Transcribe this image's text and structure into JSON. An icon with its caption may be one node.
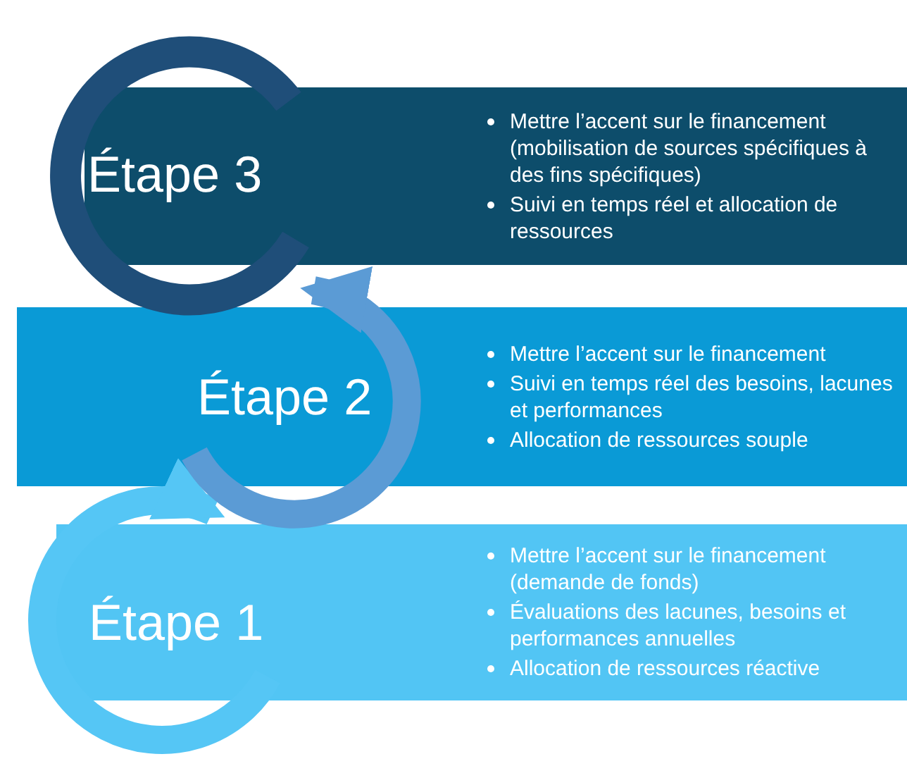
{
  "diagram": {
    "nodes": [
      {
        "text": [
          "Étape 3",
          "Mettre l’accent sur le financement (mobilisation de sources spécifiques à des fins spécifiques)",
          "Suivi en temps réel et allocation de ressources"
        ]
      },
      {
        "text": [
          "Étape 2",
          "Mettre l’accent sur le financement",
          "Suivi en temps réel des besoins, lacunes et performances",
          "Allocation de ressources souple"
        ]
      },
      {
        "text": [
          "Étape 1",
          "Mettre l’accent sur le financement (demande de fonds)",
          "Évaluations des lacunes, besoins et performances annuelles",
          "Allocation de ressources réactive"
        ]
      }
    ],
    "edges": [
      {
        "from": 2,
        "to": 1,
        "arrow": "to"
      },
      {
        "from": 1,
        "to": 0,
        "arrow": "to"
      }
    ]
  }
}
